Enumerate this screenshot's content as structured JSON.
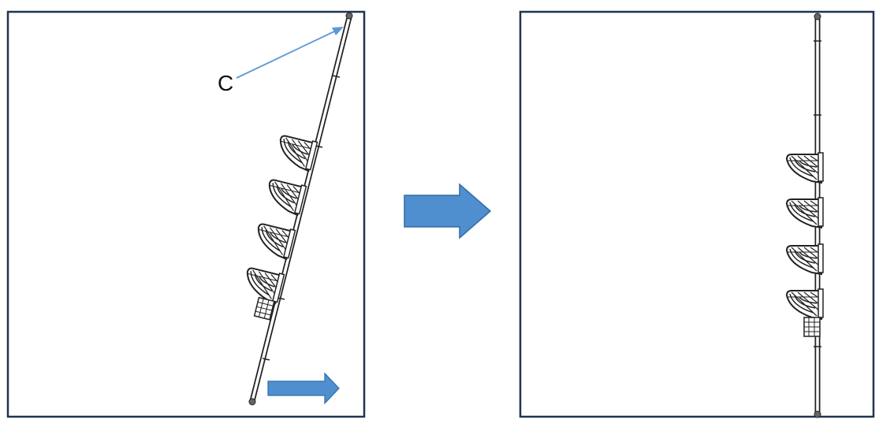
{
  "panels": {
    "left": {
      "callout_label": "C",
      "pole_state": "tilted",
      "basket_count": 4
    },
    "right": {
      "pole_state": "upright",
      "basket_count": 4
    }
  },
  "colors": {
    "frame": "#1f3550",
    "arrow_fill": "#4f8fcf",
    "arrow_stroke": "#2f6da6",
    "callout_line": "#5a9bd5",
    "drawing_line": "#222222"
  },
  "icons": {
    "transition_arrow": "right-arrow-icon",
    "push_direction_arrow": "right-arrow-icon",
    "basket": "corner-basket-icon",
    "pole": "tension-pole-icon"
  }
}
